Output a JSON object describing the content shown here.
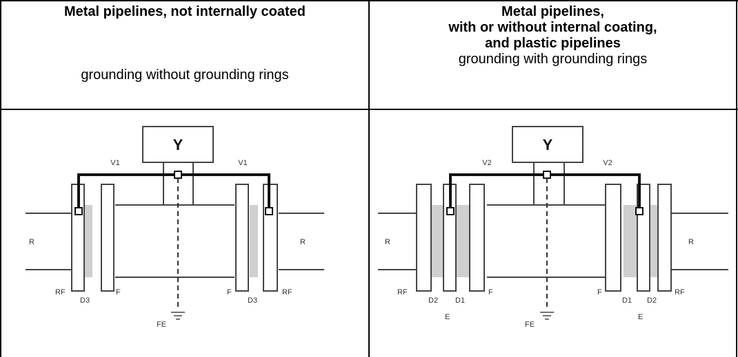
{
  "left_header": {
    "title": "Metal pipelines, not internally coated",
    "subtitle": "grounding without grounding rings"
  },
  "right_header": {
    "title_lines": [
      "Metal pipelines,",
      "with or without internal coating,",
      "and plastic pipelines"
    ],
    "subtitle": "grounding with grounding rings"
  },
  "left_diagram": {
    "box_label": "Y",
    "wire_labels": [
      "V1",
      "V1"
    ],
    "pipe_labels": [
      "R",
      "R"
    ],
    "flange_labels": [
      "RF",
      "F",
      "F",
      "RF"
    ],
    "disc_labels": [
      "D3",
      "D3"
    ],
    "ground_label": "FE"
  },
  "right_diagram": {
    "box_label": "Y",
    "wire_labels": [
      "V2",
      "V2"
    ],
    "pipe_labels": [
      "R",
      "R"
    ],
    "flange_labels": [
      "RF",
      "F",
      "F",
      "RF"
    ],
    "disc_labels": [
      "D2",
      "D1",
      "D1",
      "D2"
    ],
    "ring_labels": [
      "E",
      "E"
    ],
    "ground_label": "FE"
  }
}
